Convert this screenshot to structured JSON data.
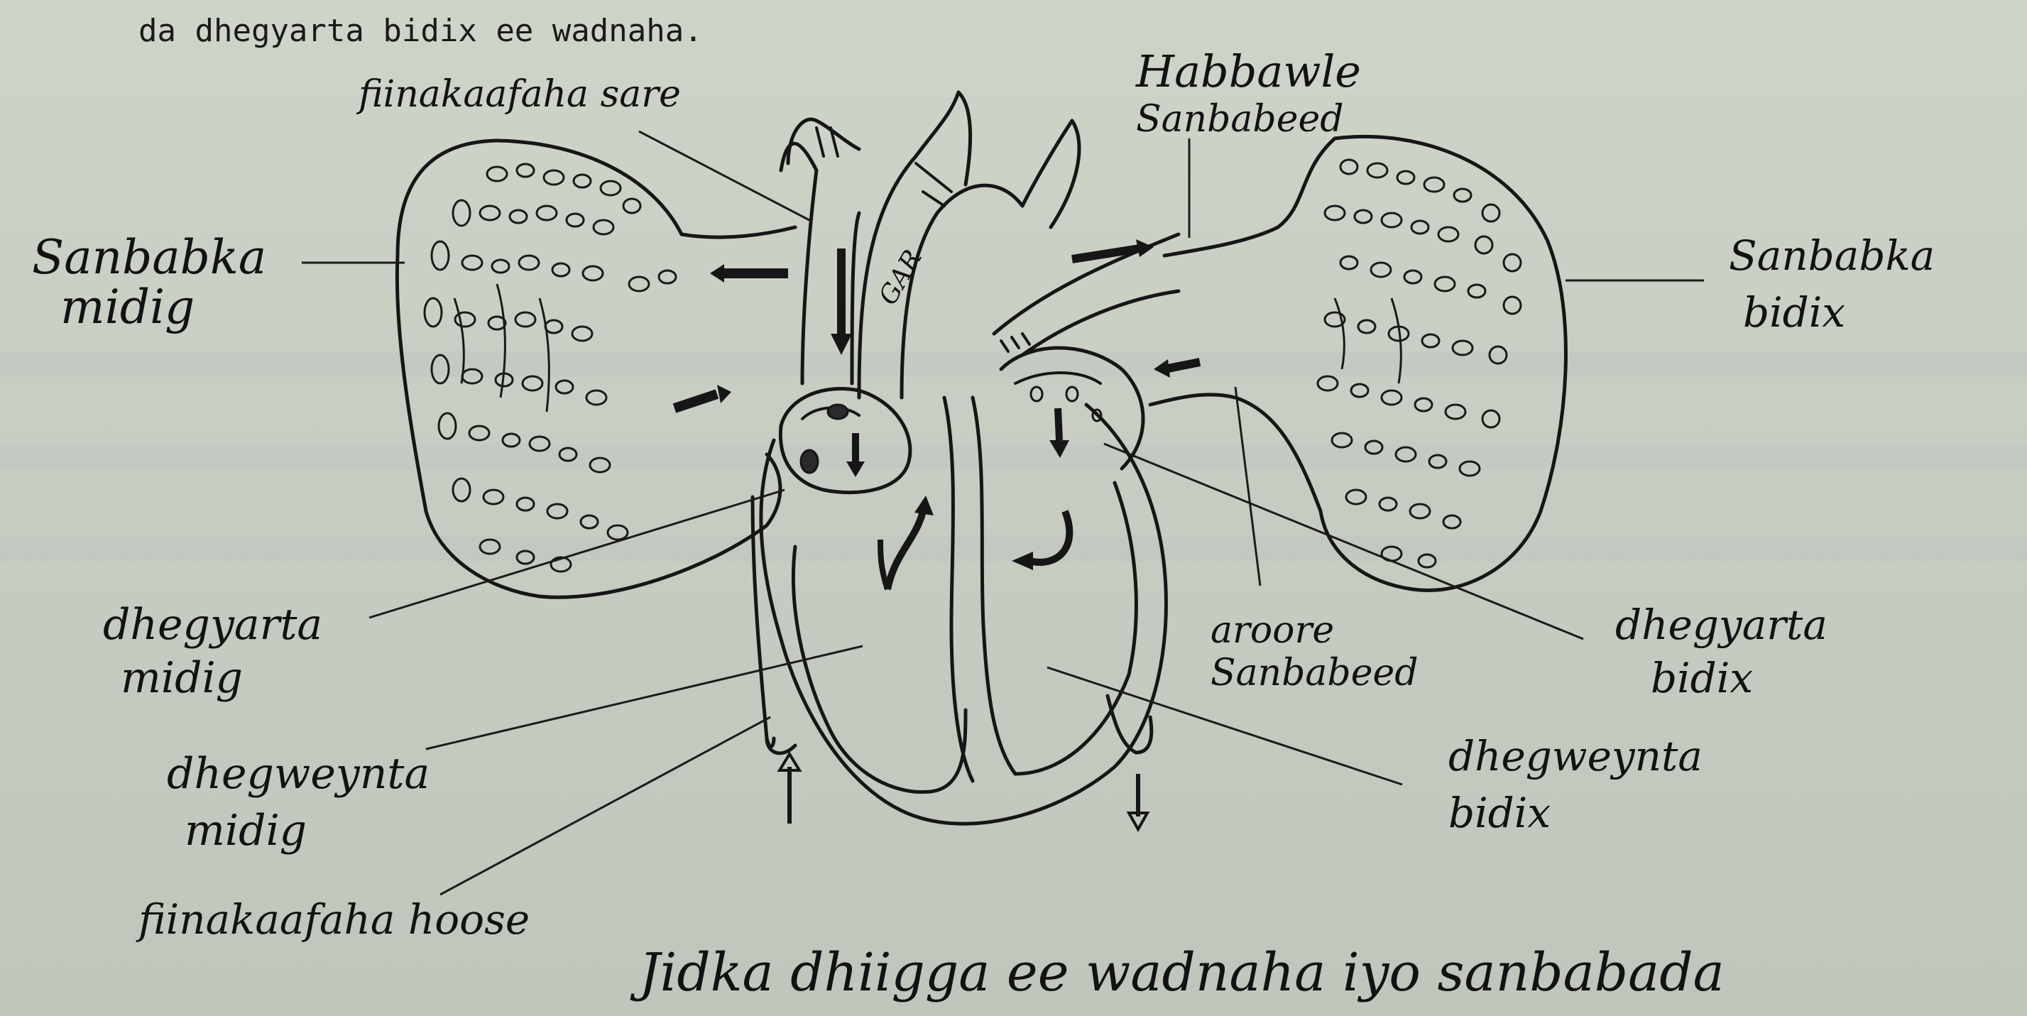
{
  "intro_text": "da dhegyarta bidix ee wadnaha.",
  "caption": "Jidka dhiigga ee wadnaha iyo sanbabada",
  "labels": {
    "fiinakaafaha_sare": "fiinakaafaha sare",
    "habbawle": "Habbawle",
    "habbawle_sanbabeed": "Sanbabeed",
    "sanbabka_midig_1": "Sanbabka",
    "sanbabka_midig_2": "midig",
    "sanbabka_bidix_1": "Sanbabka",
    "sanbabka_bidix_2": "bidix",
    "dhegyarta_midig_1": "dhegyarta",
    "dhegyarta_midig_2": "midig",
    "dhegyarta_bidix_1": "dhegyarta",
    "dhegyarta_bidix_2": "bidix",
    "aroore_1": "aroore",
    "aroore_2": "Sanbabeed",
    "dhegweynta_midig_1": "dhegweynta",
    "dhegweynta_midig_2": "midig",
    "dhegweynta_bidix_1": "dhegweynta",
    "dhegweynta_bidix_2": "bidix",
    "fiinakaafaha_hoose": "fiinakaafaha hoose",
    "aorta": "GAR"
  },
  "colors": {
    "ink": "#161616",
    "paper": "#cbd1c6"
  },
  "icons": [
    "arrow-icon"
  ]
}
